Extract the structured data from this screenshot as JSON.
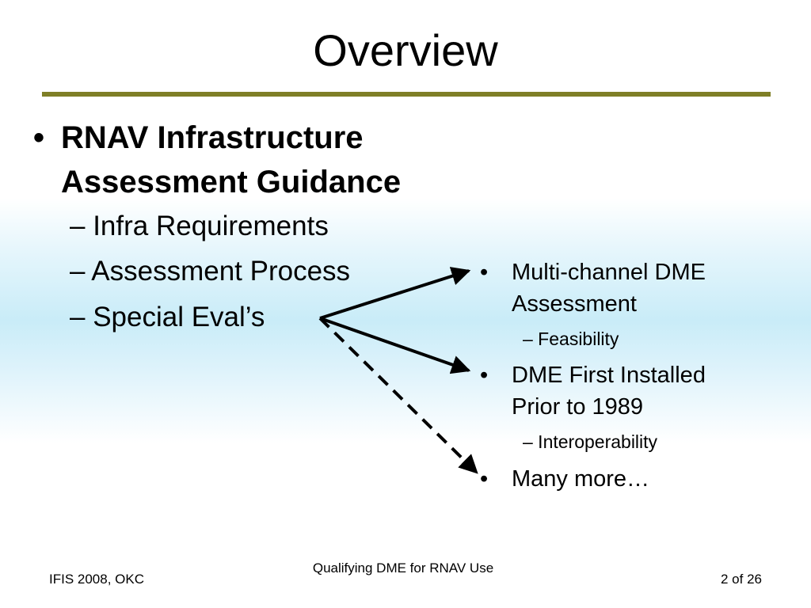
{
  "slide": {
    "title": "Overview",
    "main_bullet": {
      "bullet": "•",
      "line1": "RNAV Infrastructure",
      "line2": "Assessment Guidance"
    },
    "sub_bullets": [
      "– Infra Requirements",
      "– Assessment Process",
      "– Special Eval’s"
    ],
    "right_bullets": [
      {
        "bullet": "•",
        "line1": "Multi-channel DME",
        "line2": "Assessment",
        "sub": "– Feasibility"
      },
      {
        "bullet": "•",
        "line1": "DME First Installed",
        "line2": "Prior to 1989",
        "sub": "– Interoperability"
      },
      {
        "bullet": "•",
        "line1": "Many more…"
      }
    ]
  },
  "footer": {
    "left": "IFIS 2008, OKC",
    "center": "Qualifying DME for RNAV Use",
    "right": "2 of 26"
  },
  "colors": {
    "rule": "#7f7f26",
    "background_band": "#c9ecf8",
    "text": "#000000"
  }
}
